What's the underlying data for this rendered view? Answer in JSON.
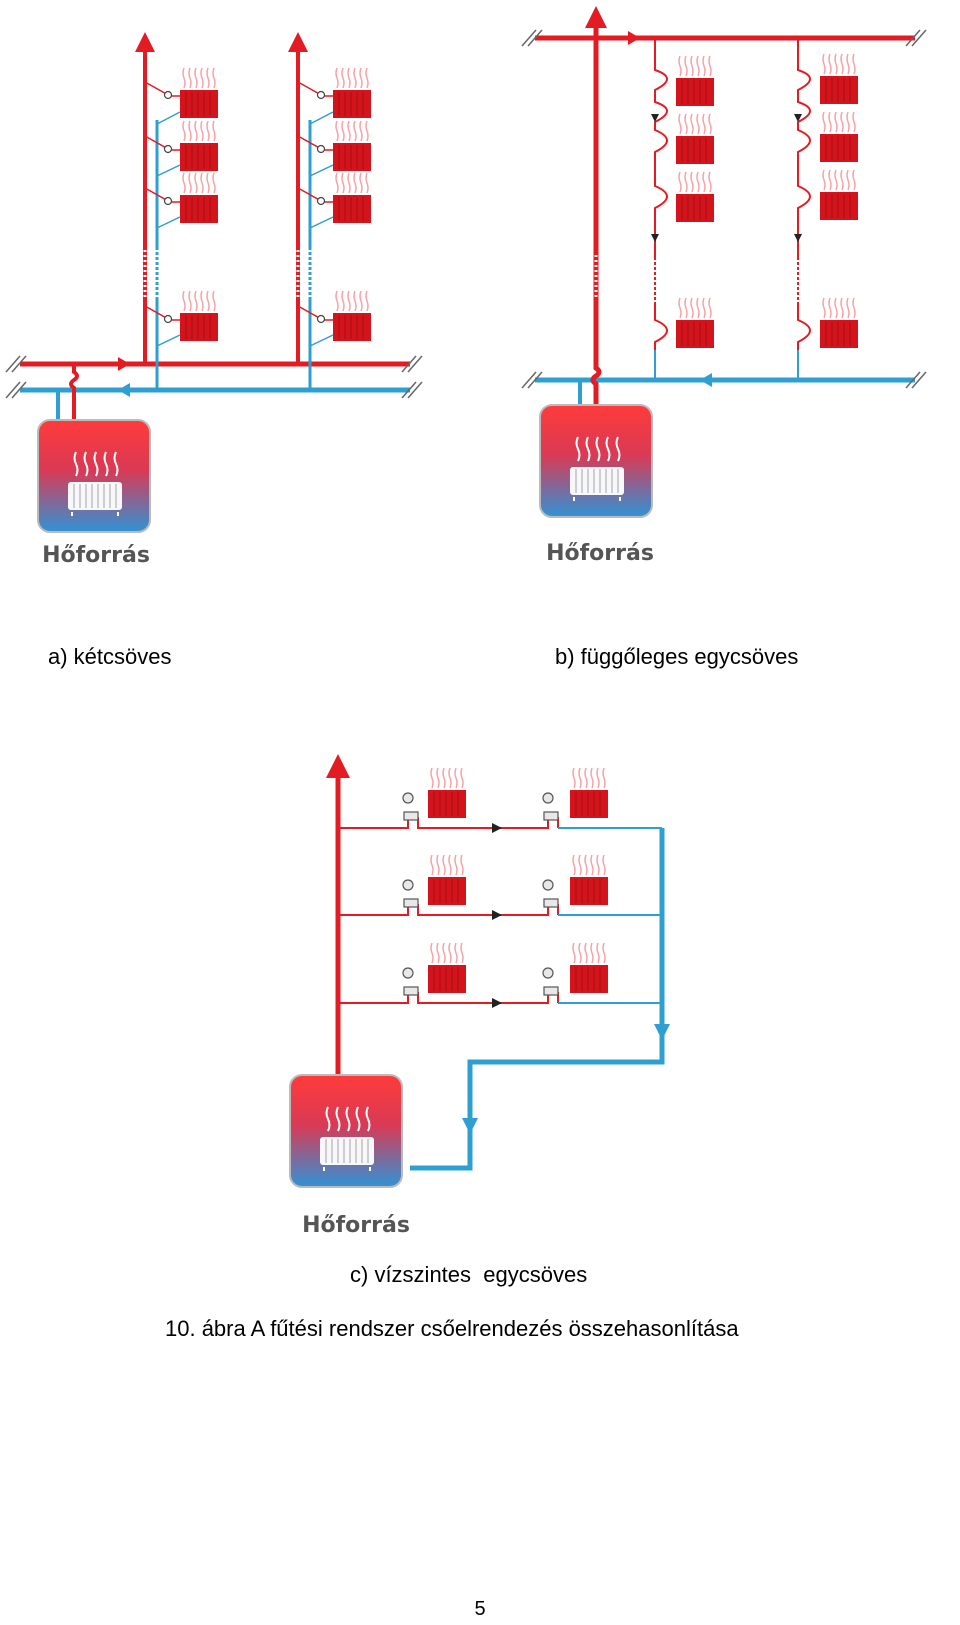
{
  "diagram_a": {
    "heat_source_label": "Hőforrás",
    "caption": "a) kétcsöves"
  },
  "diagram_b": {
    "heat_source_label": "Hőforrás",
    "caption": "b) függőleges egycsöves"
  },
  "diagram_c": {
    "heat_source_label": "Hőforrás",
    "caption": "c) vízszintes  egycsöves"
  },
  "figure_caption": "10. ábra  A fűtési rendszer csőelrendezés összehasonlítása",
  "page_number": "5",
  "colors": {
    "supply": "#e31b23",
    "return": "#2e9fd0",
    "radiator": "#d4141c"
  }
}
